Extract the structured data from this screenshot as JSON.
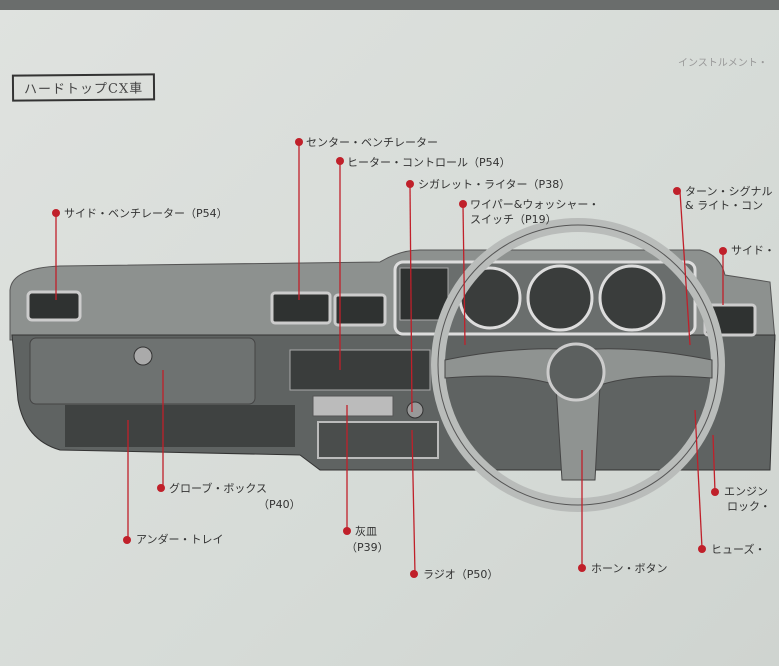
{
  "header": {
    "section": "インストルメント・",
    "model": "ハードトップCX車"
  },
  "callouts": [
    {
      "id": "center-vent",
      "text": "センター・ベンチレーター"
    },
    {
      "id": "heater-control",
      "text": "ヒーター・コントロール（P54）"
    },
    {
      "id": "cigarette-lighter",
      "text": "シガレット・ライター（P38）"
    },
    {
      "id": "wiper-switch",
      "line1": "ワイパー&ウォッシャー・",
      "line2": "スイッチ（P19）"
    },
    {
      "id": "side-vent-left",
      "text": "サイド・ベンチレーター（P54）"
    },
    {
      "id": "turn-signal",
      "line1": "ターン・シグナル",
      "line2": "& ライト・コン"
    },
    {
      "id": "side-vent-right",
      "text": "サイド・"
    },
    {
      "id": "glove-box",
      "line1": "グローブ・ボックス",
      "line2": "（P40）"
    },
    {
      "id": "under-tray",
      "text": "アンダー・トレイ"
    },
    {
      "id": "ashtray",
      "line1": "灰皿",
      "line2": "（P39）"
    },
    {
      "id": "radio",
      "text": "ラジオ（P50）"
    },
    {
      "id": "horn-button",
      "text": "ホーン・ボタン"
    },
    {
      "id": "engine-lock",
      "line1": "エンジン",
      "line2": "ロック・"
    },
    {
      "id": "fuse",
      "text": "ヒューズ・"
    }
  ],
  "colors": {
    "accent": "#c0202a",
    "paper": "#d9dcd8"
  }
}
